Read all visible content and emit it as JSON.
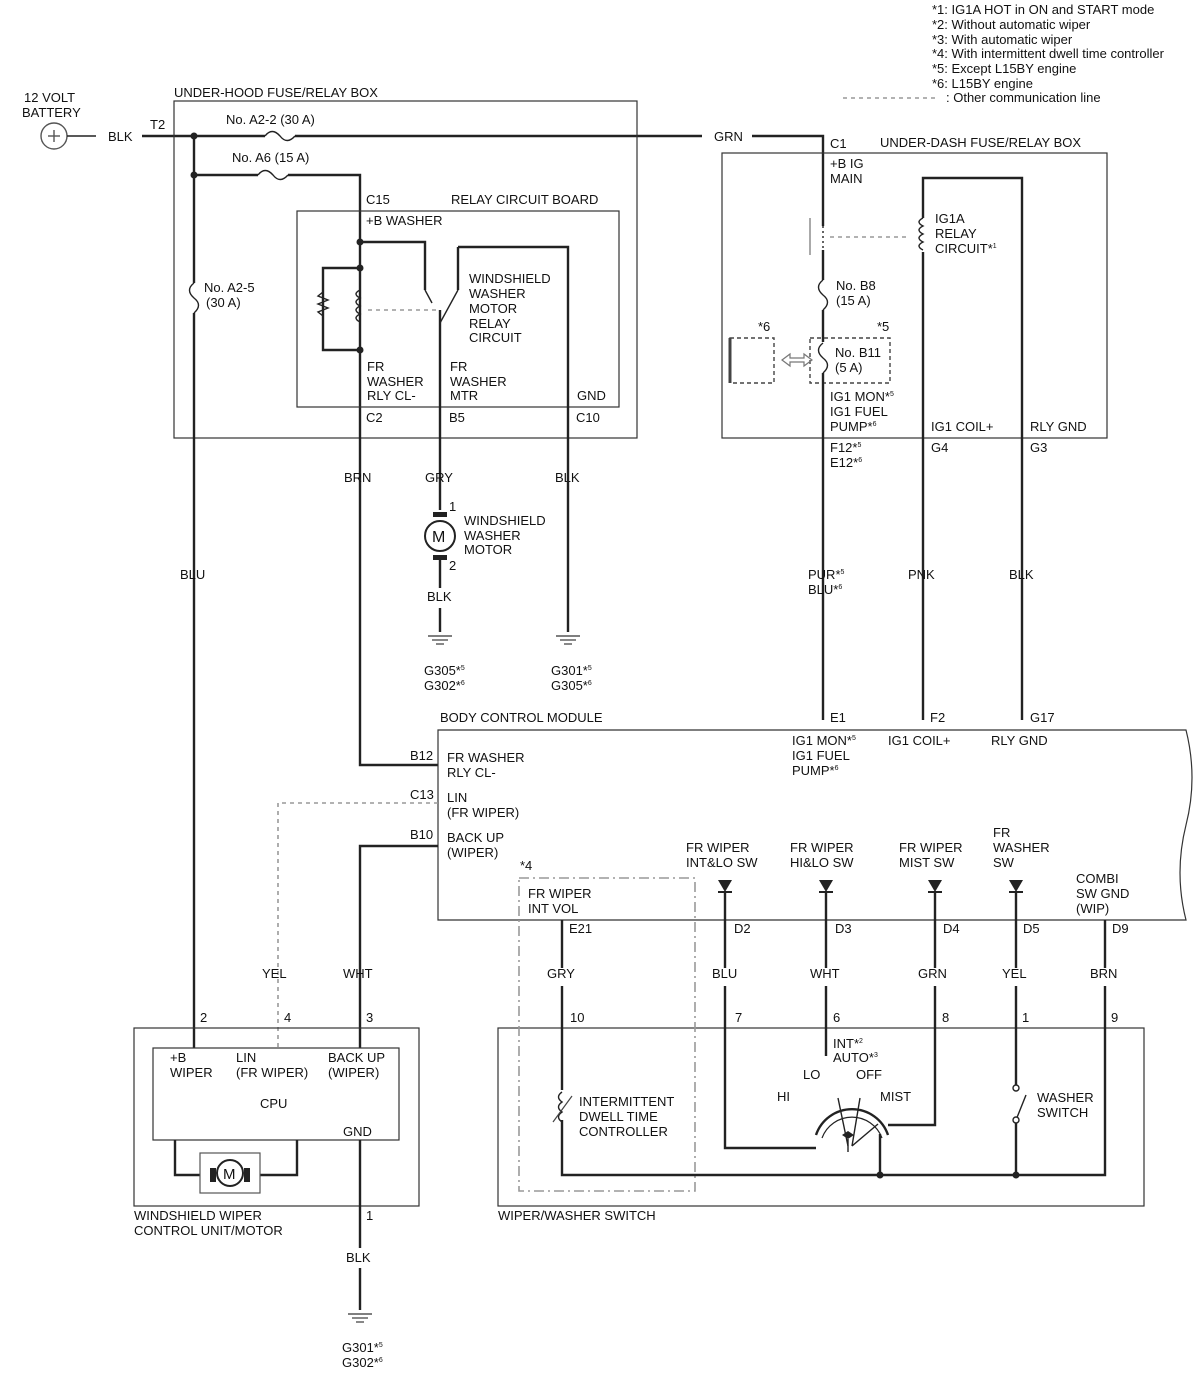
{
  "notes": [
    "*1: IG1A HOT in ON and START mode",
    "*2: Without automatic wiper",
    "*3: With automatic wiper",
    "*4: With intermittent dwell time controller",
    "*5: Except L15BY engine",
    "*6: L15BY engine",
    ": Other communication line"
  ],
  "battery": {
    "line1": "12 VOLT",
    "line2": "BATTERY"
  },
  "underhood": {
    "title": "UNDER-HOOD FUSE/RELAY BOX",
    "t2": "T2",
    "fuse_a22": "No. A2-2 (30 A)",
    "fuse_a6": "No. A6 (15 A)",
    "fuse_a25_1": "No. A2-5",
    "fuse_a25_2": "(30 A)",
    "c15": "C15",
    "relay_board": "RELAY CIRCUIT BOARD",
    "b_washer": "+B WASHER",
    "relay_name": [
      "WINDSHIELD",
      "WASHER",
      "MOTOR",
      "RELAY",
      "CIRCUIT"
    ],
    "fr_washer_rly": [
      "FR",
      "WASHER",
      "RLY CL-"
    ],
    "fr_washer_mtr": [
      "FR",
      "WASHER",
      "MTR"
    ],
    "gnd": "GND",
    "c2": "C2",
    "b5": "B5",
    "c10": "C10"
  },
  "underdash": {
    "title": "UNDER-DASH FUSE/RELAY BOX",
    "c1": "C1",
    "b_ig_main": [
      "+B IG",
      "MAIN"
    ],
    "ig1a": [
      "IG1A",
      "RELAY",
      "CIRCUIT*"
    ],
    "ig1a_sup": "1",
    "fuse_b8": [
      "No. B8",
      "(15 A)"
    ],
    "fuse_b11": [
      "No. B11",
      "(5 A)"
    ],
    "mark6": "*6",
    "mark5": "*5",
    "ig1_mon": "IG1 MON*",
    "ig1_fuel": "IG1 FUEL",
    "pump": "PUMP*",
    "ig1_coil": "IG1 COIL+",
    "rly_gnd": "RLY GND",
    "f12": "F12*",
    "e12": "E12*",
    "g4": "G4",
    "g3": "G3",
    "s5": "5",
    "s6": "6"
  },
  "wires": {
    "blk": "BLK",
    "grn": "GRN",
    "blu": "BLU",
    "brn": "BRN",
    "gry": "GRY",
    "pur": "PUR*",
    "blu6": "BLU*",
    "pnk": "PNK",
    "yel": "YEL",
    "wht": "WHT"
  },
  "washer_motor": {
    "pin1": "1",
    "pin2": "2",
    "m": "M",
    "name": [
      "WINDSHIELD",
      "WASHER",
      "MOTOR"
    ]
  },
  "grounds": {
    "g305": "G305*",
    "g302": "G302*",
    "g301": "G301*"
  },
  "bcm": {
    "title": "BODY CONTROL MODULE",
    "e1": "E1",
    "f2": "F2",
    "g17": "G17",
    "ig1_mon": "IG1 MON*",
    "ig1_fuel": "IG1 FUEL",
    "pump": "PUMP*",
    "ig1_coil": "IG1 COIL+",
    "rly_gnd": "RLY GND",
    "b12": "B12",
    "fr_washer_rly": [
      "FR WASHER",
      "RLY CL-"
    ],
    "c13": "C13",
    "lin": [
      "LIN",
      "(FR WIPER)"
    ],
    "b10": "B10",
    "backup": [
      "BACK UP",
      "(WIPER)"
    ],
    "mark4": "*4",
    "int_vol": [
      "FR WIPER",
      "INT VOL"
    ],
    "int_lo": [
      "FR WIPER",
      "INT&LO SW"
    ],
    "hi_lo": [
      "FR WIPER",
      "HI&LO SW"
    ],
    "mist": [
      "FR WIPER",
      "MIST SW"
    ],
    "washer_sw": [
      "FR",
      "WASHER",
      "SW"
    ],
    "combi": [
      "COMBI",
      "SW GND",
      "(WIP)"
    ],
    "e21": "E21",
    "d2": "D2",
    "d3": "D3",
    "d4": "D4",
    "d5": "D5",
    "d9": "D9"
  },
  "wiper_unit": {
    "pins": [
      "2",
      "4",
      "3",
      "1"
    ],
    "b_wiper": [
      "+B",
      "WIPER"
    ],
    "lin": [
      "LIN",
      "(FR WIPER)"
    ],
    "backup": [
      "BACK UP",
      "(WIPER)"
    ],
    "cpu": "CPU",
    "gnd": "GND",
    "m": "M",
    "name": [
      "WINDSHIELD WIPER",
      "CONTROL UNIT/MOTOR"
    ]
  },
  "switch": {
    "pins": [
      "10",
      "7",
      "6",
      "8",
      "1",
      "9"
    ],
    "int": "INT*",
    "int_sup": "2",
    "auto": "AUTO*",
    "auto_sup": "3",
    "lo": "LO",
    "off": "OFF",
    "hi": "HI",
    "mist": "MIST",
    "dwell": [
      "INTERMITTENT",
      "DWELL TIME",
      "CONTROLLER"
    ],
    "washer": [
      "WASHER",
      "SWITCH"
    ],
    "name": "WIPER/WASHER SWITCH"
  }
}
